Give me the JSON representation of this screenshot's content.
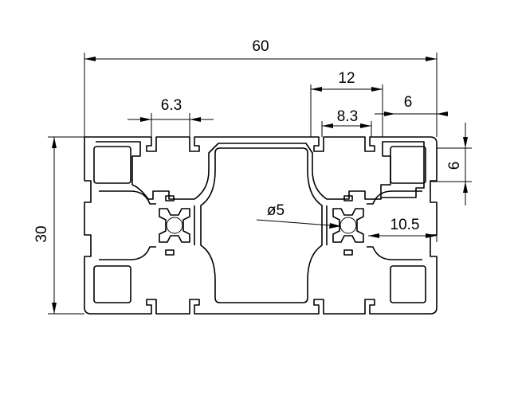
{
  "diagram": {
    "dimensions": {
      "overall_width": "60",
      "overall_height": "30",
      "slot_width_left": "6.3",
      "slot_pitch_right": "12",
      "slot_width_right": "8.3",
      "edge_offset": "6",
      "edge_offset_vertical": "6",
      "bore_diameter": "ø5",
      "center_bore": "10.5"
    }
  }
}
